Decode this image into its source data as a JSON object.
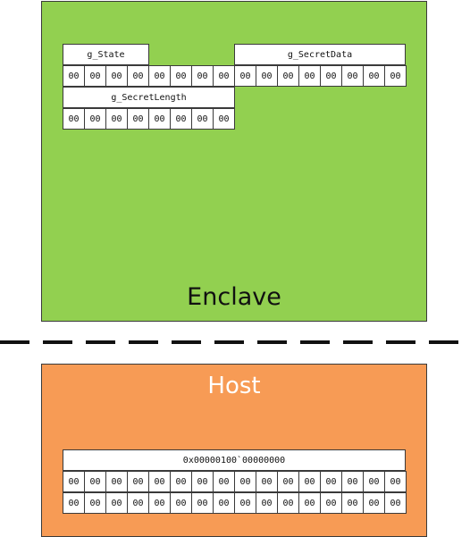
{
  "enclave": {
    "title": "Enclave",
    "g_state_label": "g_State",
    "g_secret_data_label": "g_SecretData",
    "g_secret_length_label": "g_SecretLength",
    "row1": [
      "00",
      "00",
      "00",
      "00",
      "00",
      "00",
      "00",
      "00",
      "00",
      "00",
      "00",
      "00",
      "00",
      "00",
      "00",
      "00"
    ],
    "row2": [
      "00",
      "00",
      "00",
      "00",
      "00",
      "00",
      "00",
      "00"
    ]
  },
  "host": {
    "title": "Host",
    "address_label": "0x00000100`00000000",
    "row1": [
      "00",
      "00",
      "00",
      "00",
      "00",
      "00",
      "00",
      "00",
      "00",
      "00",
      "00",
      "00",
      "00",
      "00",
      "00",
      "00"
    ],
    "row2": [
      "00",
      "00",
      "00",
      "00",
      "00",
      "00",
      "00",
      "00",
      "00",
      "00",
      "00",
      "00",
      "00",
      "00",
      "00",
      "00"
    ]
  },
  "colors": {
    "enclave": "#92d050",
    "host": "#f79b55",
    "divider": "#111111"
  }
}
